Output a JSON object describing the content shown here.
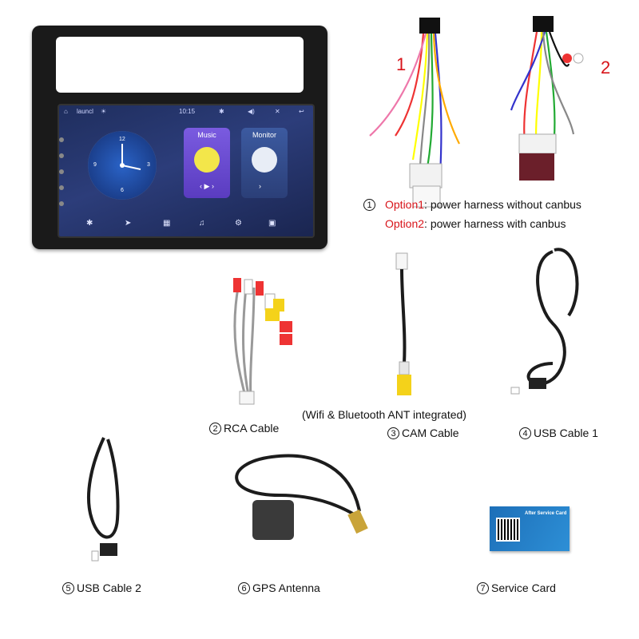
{
  "head_unit": {
    "status_left": "launcl",
    "status_time": "10:15",
    "music_label": "Music",
    "monitor_label": "Monitor",
    "clock_numbers": [
      "12",
      "3",
      "6",
      "9"
    ]
  },
  "harness": {
    "label_1": "1",
    "label_2": "2"
  },
  "options": {
    "num": "1",
    "option1_prefix": "Option1",
    "option1_text": ": power harness without canbus",
    "option2_prefix": "Option2",
    "option2_text": ": power harness with canbus"
  },
  "items": {
    "rca": {
      "num": "2",
      "label": "RCA Cable"
    },
    "cam": {
      "num": "3",
      "label": "CAM Cable",
      "note": "(Wifi & Bluetooth ANT integrated)"
    },
    "usb1": {
      "num": "4",
      "label": "USB Cable 1"
    },
    "usb2": {
      "num": "5",
      "label": "USB Cable 2"
    },
    "gps": {
      "num": "6",
      "label": "GPS Antenna"
    },
    "service": {
      "num": "7",
      "label": "Service Card",
      "card_title": "After Service Card"
    }
  },
  "colors": {
    "accent_red": "#d8141a",
    "screen_blue": "#2c3d7a",
    "cable_black": "#1c1c1c"
  }
}
